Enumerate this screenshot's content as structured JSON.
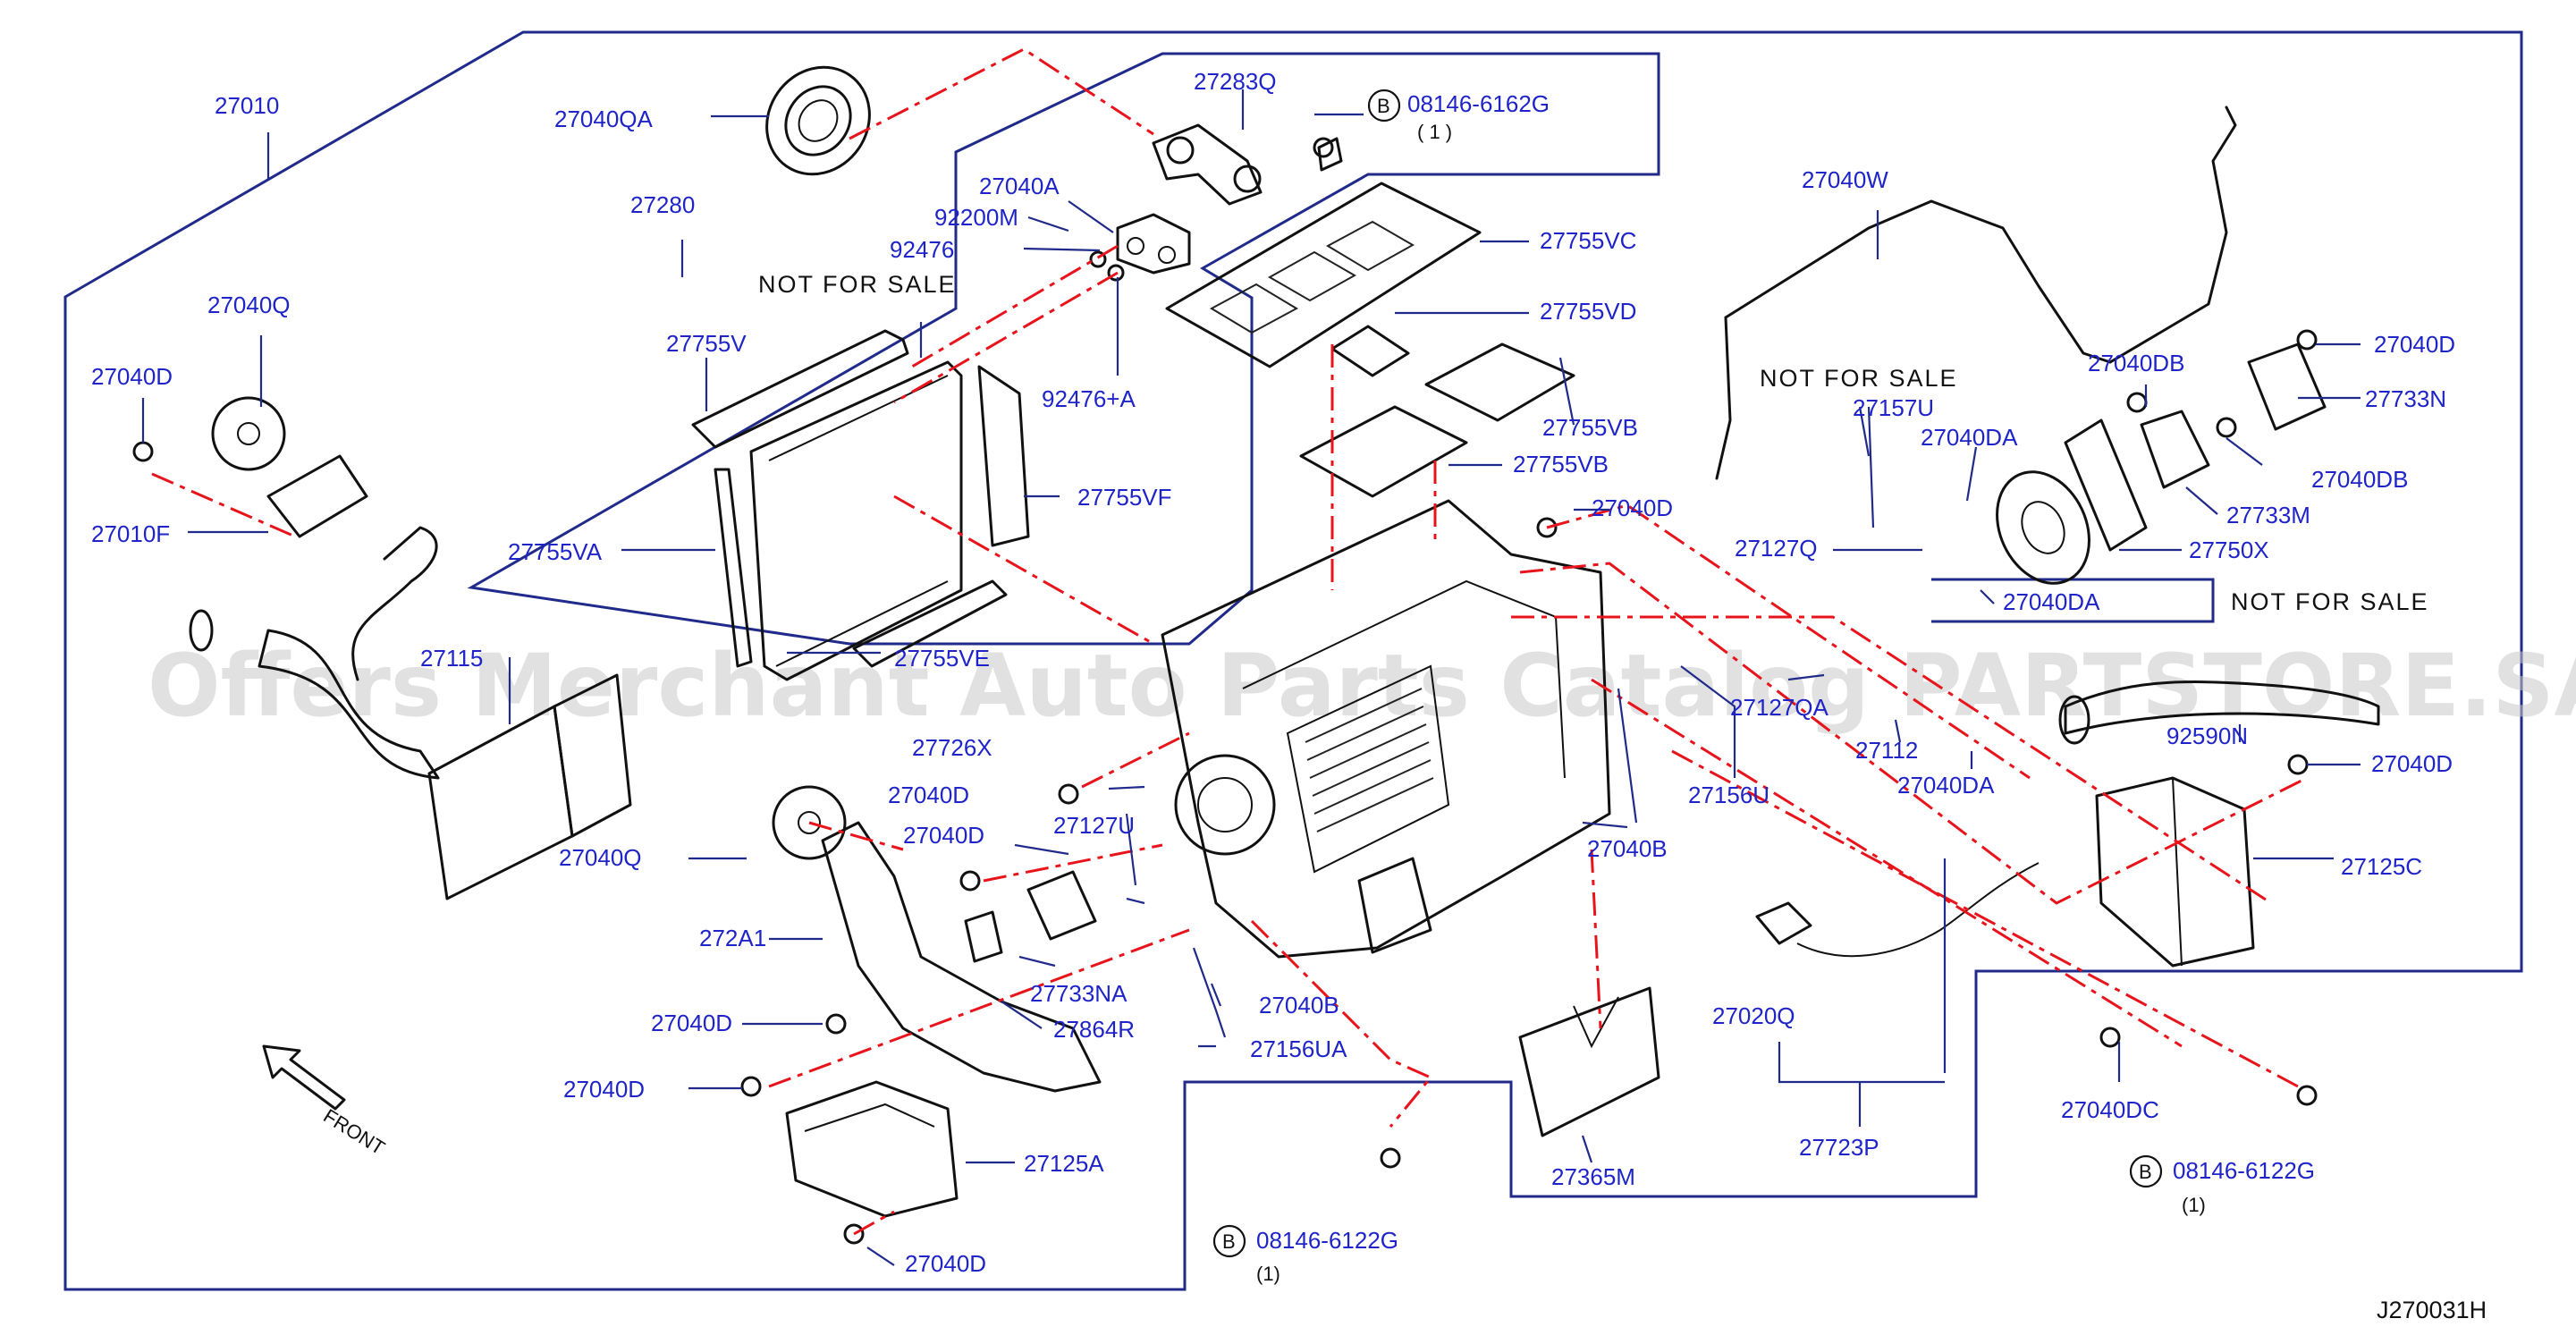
{
  "diagram": {
    "code": "J270031H",
    "watermark": "Offers Merchant Auto Parts Catalog PARTSTORE.SA",
    "front_label": "FRONT",
    "not_for_sale": "NOT  FOR  SALE",
    "labels": {
      "p27010": "27010",
      "p27040QA": "27040QA",
      "p27283Q": "27283Q",
      "b08146_6162G": "08146-6162G",
      "qty_1_spaced": "( 1 )",
      "p27040A": "27040A",
      "p92200M": "92200M",
      "p92476": "92476",
      "p92476A": "92476+A",
      "p27280": "27280",
      "p27040Q_top": "27040Q",
      "p27040D_left": "27040D",
      "p27010F": "27010F",
      "p27755V": "27755V",
      "p27755VA": "27755VA",
      "p27755VC": "27755VC",
      "p27755VD": "27755VD",
      "p27755VB_a": "27755VB",
      "p27755VB_b": "27755VB",
      "p27755VF": "27755VF",
      "p27755VE": "27755VE",
      "p27115": "27115",
      "p27040D_mid": "27040D",
      "p27040W": "27040W",
      "p27040DB_a": "27040DB",
      "p27040D_right": "27040D",
      "p27733N": "27733N",
      "p27040DB_b": "27040DB",
      "p27733M": "27733M",
      "p27157U": "27157U",
      "p27040DA_a": "27040DA",
      "p27127Q": "27127Q",
      "p27750X": "27750X",
      "p27040DA_b": "27040DA",
      "p27127QA": "27127QA",
      "p92590N": "92590N",
      "p27112": "27112",
      "p27040DA_c": "27040DA",
      "p27156U": "27156U",
      "p27040D_r2": "27040D",
      "p27125C": "27125C",
      "p27726X": "27726X",
      "p27040D_c1": "27040D",
      "p27040D_c2": "27040D",
      "p27127U": "27127U",
      "p27040B_a": "27040B",
      "p27040Q_low": "27040Q",
      "p272A1": "272A1",
      "p27733NA": "27733NA",
      "p27864R": "27864R",
      "p27040B_b": "27040B",
      "p27156UA": "27156UA",
      "p27040D_l1": "27040D",
      "p27040D_l2": "27040D",
      "p27020Q": "27020Q",
      "p27040DC": "27040DC",
      "p27125A": "27125A",
      "p27723P": "27723P",
      "p27365M": "27365M",
      "b08146_6122G_a": "08146-6122G",
      "b08146_6122G_b": "08146-6122G",
      "qty_1_a": "(1)",
      "qty_1_b": "(1)",
      "p27040D_bottom": "27040D",
      "b_symbol": "B"
    }
  }
}
